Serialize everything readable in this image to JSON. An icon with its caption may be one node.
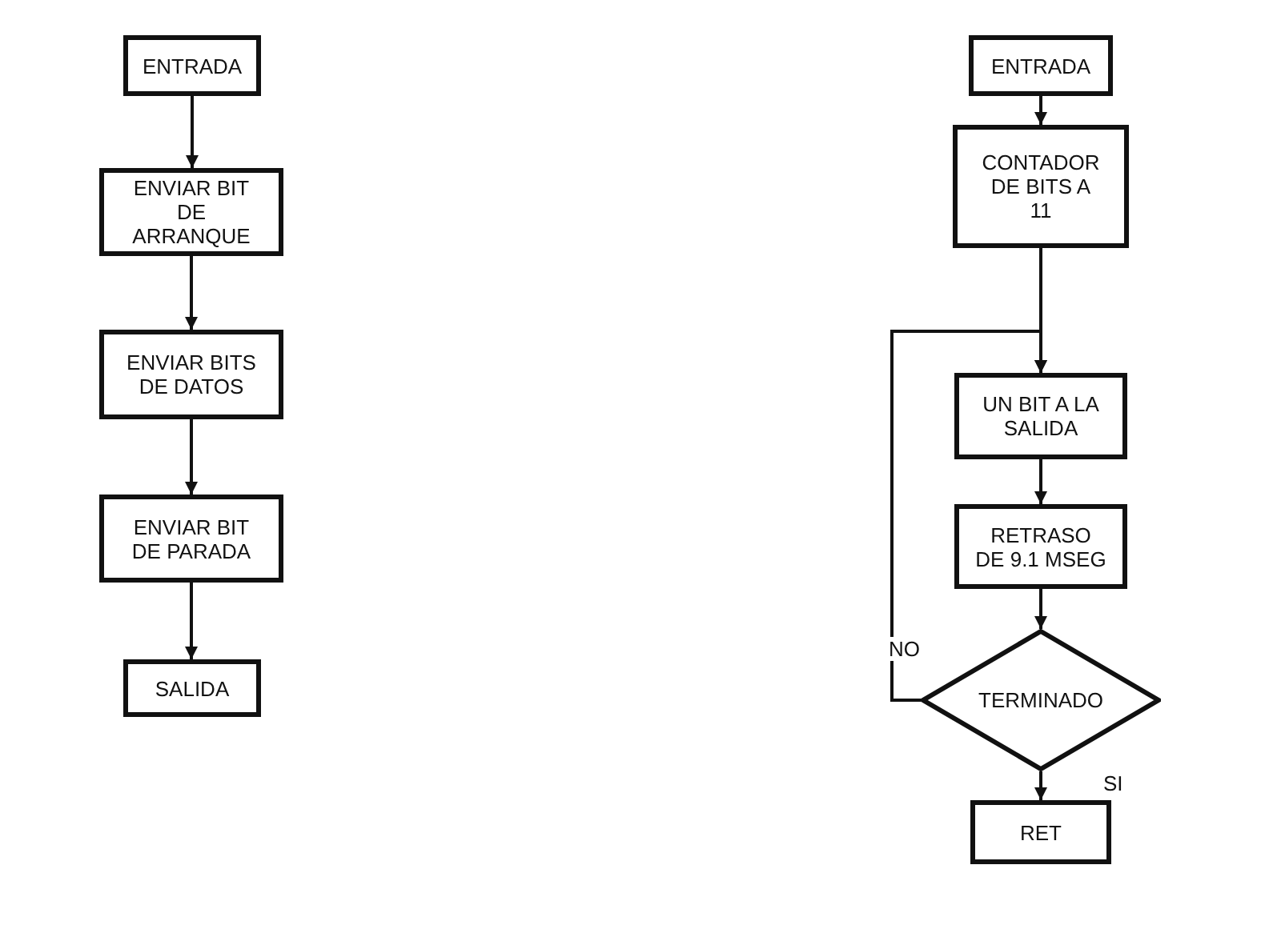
{
  "diagram": {
    "nodes": [
      {
        "text": [
          "ENTRADA"
        ]
      },
      {
        "text": [
          "ENVIAR BIT DE ARRANQUE"
        ]
      },
      {
        "text": [
          "ENVIAR BITS DE DATOS"
        ]
      },
      {
        "text": [
          "ENVIAR BIT DE PARADA"
        ]
      },
      {
        "text": [
          "SALIDA"
        ]
      },
      {
        "text": [
          "ENTRADA"
        ]
      },
      {
        "text": [
          "CONTADOR DE BITS A 11"
        ]
      },
      {
        "text": [
          "UN BIT A LA SALIDA"
        ]
      },
      {
        "text": [
          "RETRASO DE 9.1 MSEG"
        ]
      },
      {
        "text": [
          "TERMINADO"
        ]
      },
      {
        "text": [
          "RET"
        ]
      }
    ],
    "edges": [
      {
        "from": 0,
        "to": 1,
        "arrow": "to"
      },
      {
        "from": 1,
        "to": 2,
        "arrow": "to"
      },
      {
        "from": 2,
        "to": 3,
        "arrow": "to"
      },
      {
        "from": 3,
        "to": 4,
        "arrow": "to"
      },
      {
        "from": 5,
        "to": 6,
        "arrow": "to"
      },
      {
        "from": 6,
        "to": 7,
        "arrow": "to"
      },
      {
        "from": 7,
        "to": 8,
        "arrow": "to"
      },
      {
        "from": 8,
        "to": 9,
        "arrow": "to"
      },
      {
        "from": 9,
        "to": 10,
        "arrow": "to",
        "label": "SI"
      },
      {
        "from": 9,
        "to": 7,
        "arrow": "to",
        "label": "NO"
      }
    ]
  }
}
